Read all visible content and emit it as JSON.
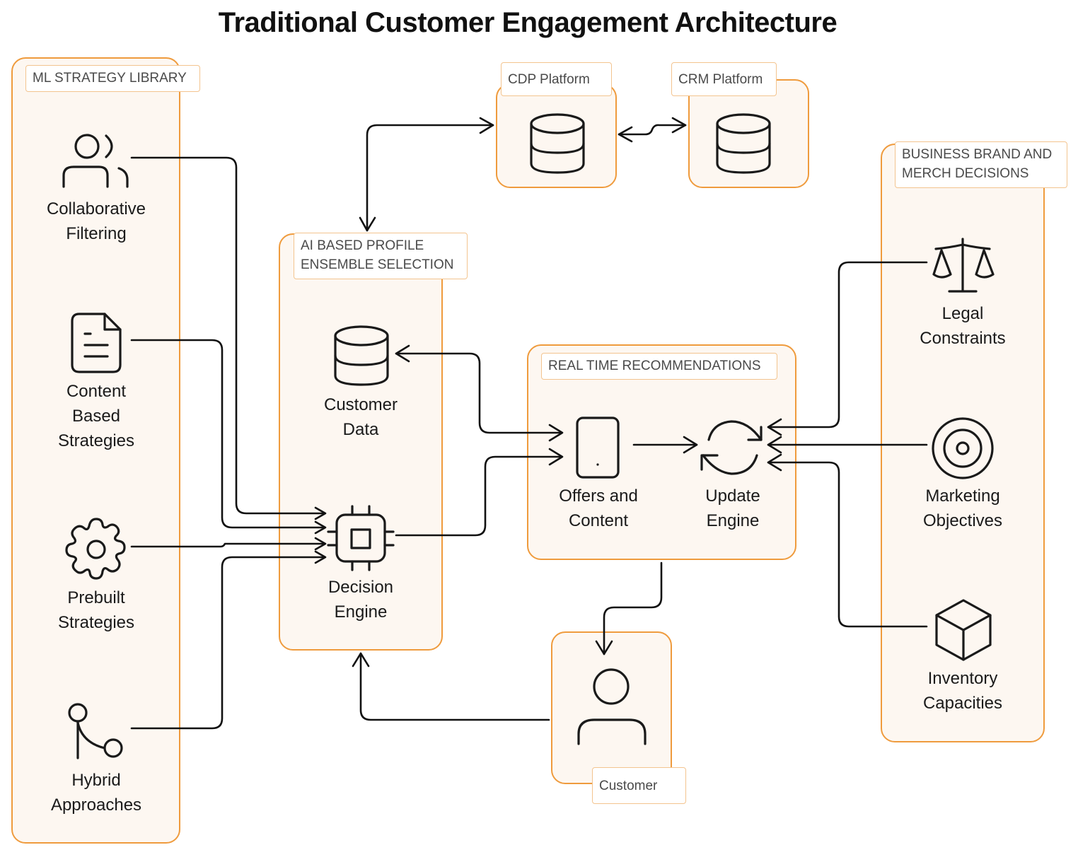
{
  "title": "Traditional Customer Engagement Architecture",
  "colors": {
    "group_border": "#ef9b3d",
    "group_fill": "#fdf7f1",
    "tag_border": "#f3c48f",
    "line": "#111111"
  },
  "groups": {
    "ml_library": {
      "title": "ML STRATEGY LIBRARY",
      "items": [
        {
          "label": "Collaborative\nFiltering",
          "icon": "users-icon"
        },
        {
          "label": "Content\nBased\nStrategies",
          "icon": "document-icon"
        },
        {
          "label": "Prebuilt\nStrategies",
          "icon": "gear-icon"
        },
        {
          "label": "Hybrid\nApproaches",
          "icon": "branch-icon"
        }
      ]
    },
    "cdp": {
      "title": "CDP Platform",
      "icon": "database-icon"
    },
    "crm": {
      "title": "CRM Platform",
      "icon": "database-icon"
    },
    "ai_profile": {
      "title": "AI BASED PROFILE\nENSEMBLE SELECTION",
      "items": [
        {
          "label": "Customer\nData",
          "icon": "database-icon"
        },
        {
          "label": "Decision\nEngine",
          "icon": "cpu-icon"
        }
      ]
    },
    "realtime": {
      "title": "REAL TIME RECOMMENDATIONS",
      "items": [
        {
          "label": "Offers and\nContent",
          "icon": "mobile-device-icon"
        },
        {
          "label": "Update\nEngine",
          "icon": "refresh-icon"
        }
      ]
    },
    "business": {
      "title": "BUSINESS BRAND AND\nMERCH DECISIONS",
      "items": [
        {
          "label": "Legal\nConstraints",
          "icon": "scale-icon"
        },
        {
          "label": "Marketing\nObjectives",
          "icon": "target-icon"
        },
        {
          "label": "Inventory\nCapacities",
          "icon": "cube-icon"
        }
      ]
    },
    "customer": {
      "title": "Customer",
      "icon": "user-icon"
    }
  }
}
